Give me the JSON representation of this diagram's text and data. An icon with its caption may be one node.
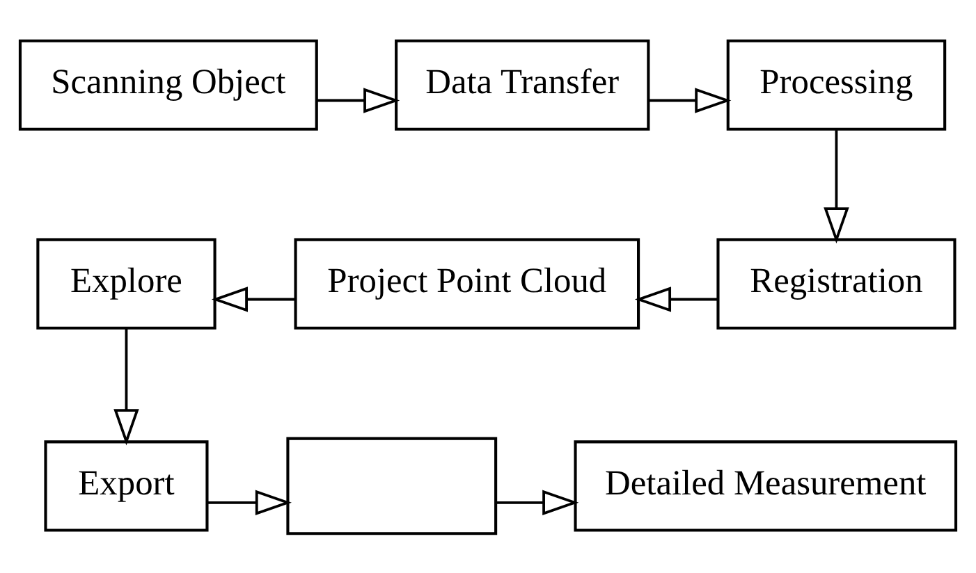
{
  "diagram": {
    "nodes": [
      {
        "text": [
          "Scanning Object"
        ]
      },
      {
        "text": [
          "Data Transfer"
        ]
      },
      {
        "text": [
          "Processing"
        ]
      },
      {
        "text": [
          "Explore"
        ]
      },
      {
        "text": [
          "Project Point Cloud"
        ]
      },
      {
        "text": [
          "Registration"
        ]
      },
      {
        "text": [
          "Export"
        ]
      },
      {
        "text": [],
        "shape": "box"
      },
      {
        "text": [
          "Detailed Measurement"
        ]
      }
    ],
    "edges": [
      {
        "from": 0,
        "to": 1,
        "arrow": "to"
      },
      {
        "from": 1,
        "to": 2,
        "arrow": "to"
      },
      {
        "from": 2,
        "to": 5,
        "arrow": "to"
      },
      {
        "from": 5,
        "to": 4,
        "arrow": "to"
      },
      {
        "from": 4,
        "to": 3,
        "arrow": "to"
      },
      {
        "from": 3,
        "to": 6,
        "arrow": "to"
      },
      {
        "from": 6,
        "to": 7,
        "arrow": "to"
      },
      {
        "from": 7,
        "to": 8,
        "arrow": "to"
      }
    ]
  }
}
